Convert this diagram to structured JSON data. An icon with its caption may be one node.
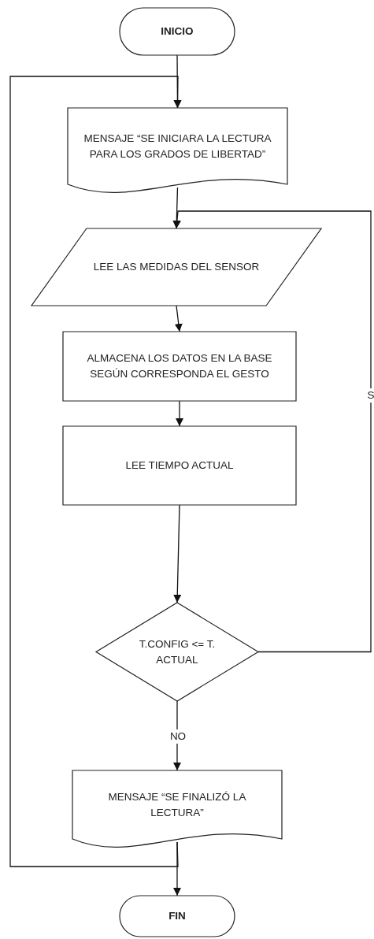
{
  "diagram": {
    "nodes": [
      {
        "text": [
          "INICIO"
        ]
      },
      {
        "text": [
          "MENSAJE “SE INICIARA LA LECTURA PARA LOS GRADOS DE LIBERTAD”"
        ]
      },
      {
        "text": [
          "LEE LAS MEDIDAS DEL SENSOR"
        ]
      },
      {
        "text": [
          "ALMACENA LOS DATOS EN LA BASE SEGÚN CORRESPONDA EL GESTO"
        ]
      },
      {
        "text": [
          "LEE TIEMPO ACTUAL"
        ]
      },
      {
        "text": [
          "T.CONFIG <= T. ACTUAL"
        ]
      },
      {
        "text": [
          "MENSAJE “SE FINALIZÓ LA LECTURA”"
        ]
      },
      {
        "text": [
          "FIN"
        ]
      }
    ],
    "edges": [
      {
        "from": 0,
        "to": 1,
        "arrow": "to"
      },
      {
        "from": 1,
        "to": 2,
        "arrow": "to"
      },
      {
        "from": 2,
        "to": 3,
        "arrow": "to"
      },
      {
        "from": 3,
        "to": 4,
        "arrow": "to"
      },
      {
        "from": 4,
        "to": 5,
        "arrow": "to"
      },
      {
        "from": 5,
        "to": 2,
        "arrow": "to",
        "label": "S"
      },
      {
        "from": 5,
        "to": 6,
        "arrow": "to",
        "label": "NO"
      },
      {
        "from": 6,
        "to": 7,
        "arrow": "to"
      },
      {
        "from": 6,
        "to": 1,
        "arrow": "to"
      }
    ]
  }
}
